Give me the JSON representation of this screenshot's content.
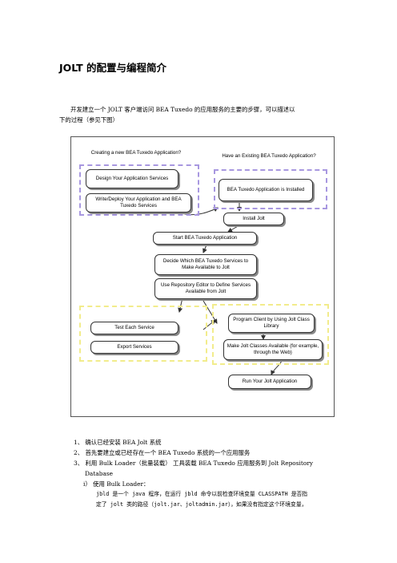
{
  "doc": {
    "title": "JOLT 的配置与编程简介",
    "intro_line1": "开发建立一个 JOLT 客户端访问 BEA Tuxedo 的应用服务的主要的步骤，可以描述以",
    "intro_line2": "下的过程（参见下图）"
  },
  "diagram": {
    "left_caption": "Creating a new BEA Tuxedo Application?",
    "right_caption": "Have an Existing BEA Tuxedo Application?",
    "steps": {
      "design": "Design Your Application Services",
      "write": "Write/Deploy Your Application and BEA Tuxedo Services",
      "installed": "BEA Tuxedo Application is Installed",
      "install_jolt": "Install Jolt",
      "start": "Start BEA Tuxedo Application",
      "decide": "Decide Which BEA Tuxedo Services to Make Available to Jolt",
      "repository": "Use Repository Editor to Define Services Available from Jolt",
      "test": "Test Each Service",
      "export": "Export Services",
      "program": "Program Client by Using Jolt Class Library",
      "make": "Make Jolt Classes Available (for example, through the Web)",
      "run": "Run Your Jolt Application"
    }
  },
  "list": {
    "item1": "1、 确认已经安装 BEA Jolt 系统",
    "item2": "2、 首先要建立或已经存在一个 BEA Tuxedo 系统的一个应用服务",
    "item3_line1": "3、 利用 Bulk Loader（批量装载） 工具装载 BEA Tuxedo 应用服务到 Jolt Repository",
    "item3_line2": "Database",
    "sub1": "i） 使用 Bulk Loader：",
    "sub1_line1": "jbld 是一个 java 程序，在运行 jbld 命令以前检查环境变量 CLASSPATH 是否指",
    "sub1_line2": "定了 jolt 类的路径（jolt.jar、joltadmin.jar），如果没有指定这个环境变量，"
  }
}
